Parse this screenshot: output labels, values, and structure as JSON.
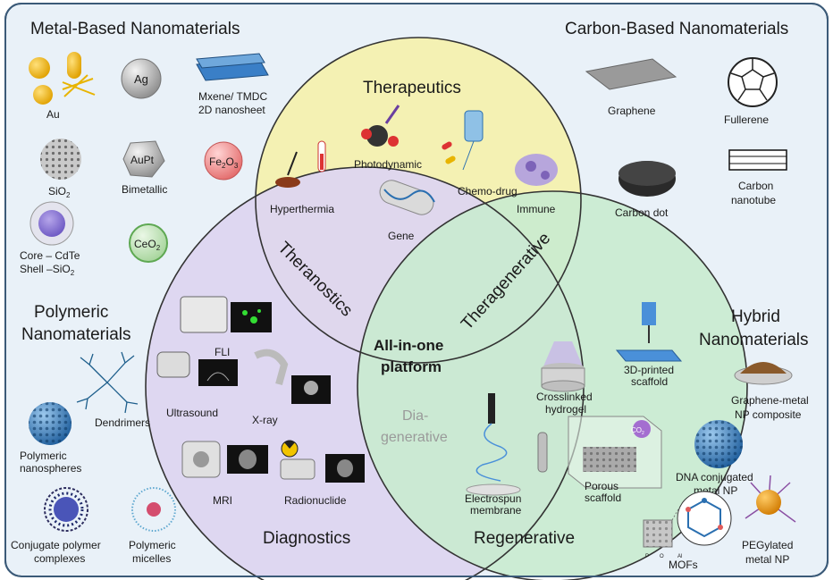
{
  "corners": {
    "metal": "Metal-Based Nanomaterials",
    "carbon": "Carbon-Based Nanomaterials",
    "polymeric_1": "Polymeric",
    "polymeric_2": "Nanomaterials",
    "hybrid_1": "Hybrid",
    "hybrid_2": "Nanomaterials"
  },
  "metal_items": {
    "au": "Au",
    "ag": "Ag",
    "mxene_1": "Mxene/ TMDC",
    "mxene_2": "2D nanosheet",
    "sio2": "SiO",
    "sio2_sub": "2",
    "auptbadge": "AuPt",
    "bimetallic": "Bimetallic",
    "fe": "Fe",
    "fe_sub1": "2",
    "fe_o": "O",
    "fe_sub2": "3",
    "core_1": "Core – CdTe",
    "core_2": "Shell –SiO",
    "core_sub": "2",
    "ceo": "CeO",
    "ceo_sub": "2"
  },
  "carbon_items": {
    "graphene": "Graphene",
    "fullerene": "Fullerene",
    "carbon_dot": "Carbon dot",
    "cnt_1": "Carbon",
    "cnt_2": "nanotube"
  },
  "polymer_items": {
    "dendrimers": "Dendrimers",
    "nanospheres_1": "Polymeric",
    "nanospheres_2": "nanospheres",
    "complex_1": "Conjugate polymer",
    "complex_2": "complexes",
    "micelles_1": "Polymeric",
    "micelles_2": "micelles"
  },
  "hybrid_items": {
    "graphene_metal_1": "Graphene-metal",
    "graphene_metal_2": "NP composite",
    "dna_1": "DNA conjugated",
    "dna_2": "metal NP",
    "mofs": "MOFs",
    "peg_1": "PEGylated",
    "peg_2": "metal NP"
  },
  "circles": {
    "therapeutics": "Therapeutics",
    "diagnostics": "Diagnostics",
    "regenerative": "Regenerative"
  },
  "overlaps": {
    "theranostics": "Theranostics",
    "theragenerative": "Theragenerative",
    "dia_1": "Dia-",
    "dia_2": "generative",
    "center_1": "All-in-one",
    "center_2": "platform"
  },
  "therapeutics_items": {
    "hyperthermia": "Hyperthermia",
    "photodynamic": "Photodynamic",
    "chemo": "Chemo-drug",
    "immune": "Immune",
    "gene": "Gene"
  },
  "diagnostics_items": {
    "fli": "FLI",
    "ultrasound": "Ultrasound",
    "xray": "X-ray",
    "mri": "MRI",
    "radionuclide": "Radionuclide"
  },
  "regenerative_items": {
    "hydrogel_1": "Crosslinked",
    "hydrogel_2": "hydrogel",
    "scaffold3d_1": "3D-printed",
    "scaffold3d_2": "scaffold",
    "co2_1": "CO",
    "co2_sub": "2",
    "electrospun_1": "Electrospun",
    "electrospun_2": "membrane",
    "porous_1": "Porous",
    "porous_2": "scaffold"
  },
  "mof_legend": {
    "p": "P",
    "o": "O",
    "al": "Al"
  },
  "colors": {
    "therapeutics_fill": "#f4f1b3",
    "diagnostics_fill": "#ddd5f0",
    "regenerative_fill": "#c9ebcf",
    "panel_bg": "#e9f1f8"
  }
}
